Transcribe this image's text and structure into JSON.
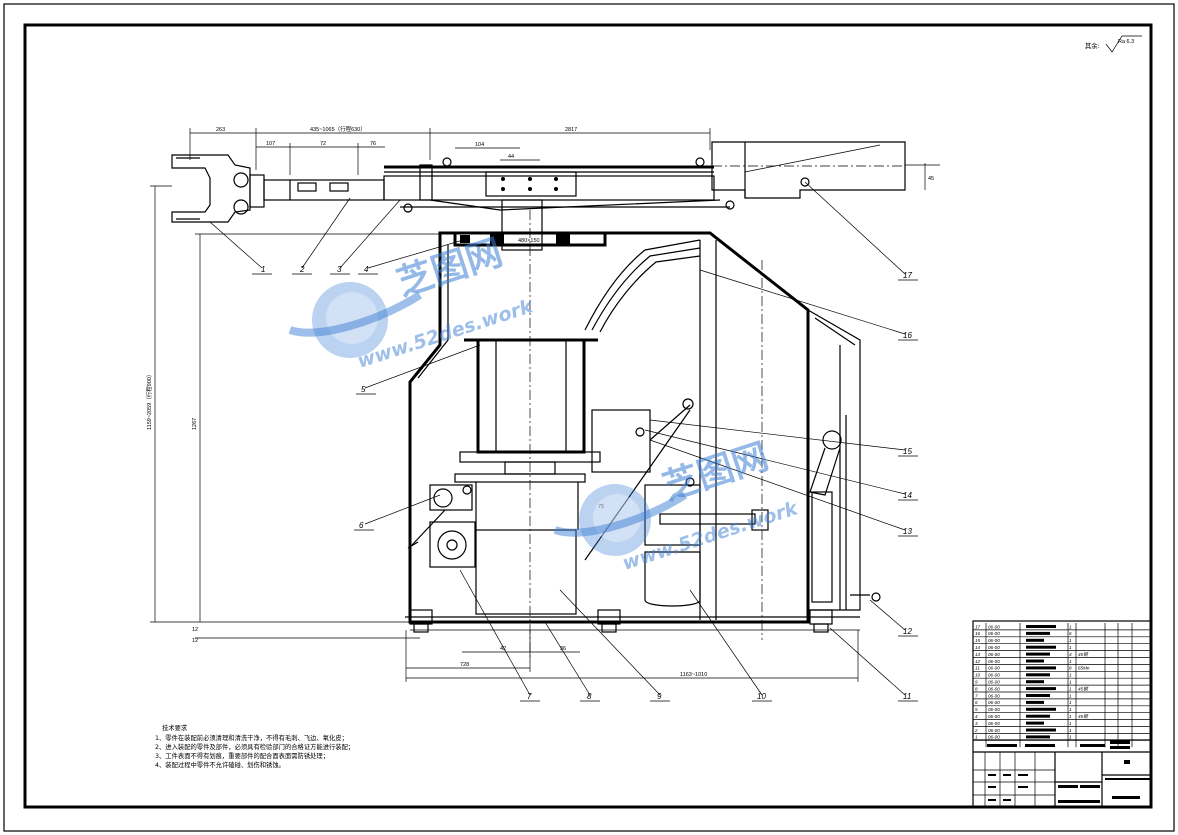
{
  "roughness_note": {
    "prefix": "其余:",
    "symbol": "Ra 6.3"
  },
  "dimensions": {
    "d_263": "263",
    "d_stroke": "435~1065（行程630）",
    "d_2817": "2817",
    "d_107": "107",
    "d_72": "72",
    "d_76": "76",
    "d_104": "104",
    "d_44": "44",
    "d_45": "45",
    "d_height_total": "1159~2059（行程900）",
    "d_height_body": "1267",
    "d_bottom_a": "12",
    "d_bottom_b": "12",
    "d_42": "42",
    "d_36": "36",
    "d_728": "728",
    "d_width": "1163~1010",
    "d_75": "75",
    "d_80xx": "480×150"
  },
  "part_labels": [
    "1",
    "2",
    "3",
    "4",
    "5",
    "6",
    "7",
    "8",
    "9",
    "10",
    "11",
    "12",
    "13",
    "14",
    "15",
    "16",
    "17"
  ],
  "watermark": {
    "cn": "芝图网",
    "en": "www.52des.work"
  },
  "tech_notes": {
    "title": "技术要求",
    "lines": [
      "1、零件在装配前必须清理和清洗干净，不得有毛刺、飞边、氧化皮；",
      "2、进入装配的零件及部件，必须具有检验部门的合格证方能进行装配；",
      "3、工件表面不得有划痕，重要部件的配合面表面需防锈处理；",
      "4、装配过程中零件不允许磕碰、划伤和锈蚀。"
    ]
  },
  "bom": {
    "rows": [
      {
        "no": "17",
        "code": "06-00",
        "qty": "1",
        "mat": ""
      },
      {
        "no": "16",
        "code": "06-00",
        "qty": "6",
        "mat": ""
      },
      {
        "no": "15",
        "code": "06-00",
        "qty": "1",
        "mat": ""
      },
      {
        "no": "14",
        "code": "06-00",
        "qty": "1",
        "mat": ""
      },
      {
        "no": "13",
        "code": "06-00",
        "qty": "4",
        "mat": "45钢"
      },
      {
        "no": "12",
        "code": "06-00",
        "qty": "1",
        "mat": ""
      },
      {
        "no": "11",
        "code": "06-00",
        "qty": "8",
        "mat": "65Mn"
      },
      {
        "no": "10",
        "code": "06-00",
        "qty": "1",
        "mat": ""
      },
      {
        "no": "9",
        "code": "06-00",
        "qty": "1",
        "mat": ""
      },
      {
        "no": "8",
        "code": "06-00",
        "qty": "1",
        "mat": "45钢"
      },
      {
        "no": "7",
        "code": "06-00",
        "qty": "1",
        "mat": ""
      },
      {
        "no": "6",
        "code": "06-00",
        "qty": "1",
        "mat": ""
      },
      {
        "no": "5",
        "code": "06-00",
        "qty": "1",
        "mat": ""
      },
      {
        "no": "4",
        "code": "06-00",
        "qty": "1",
        "mat": "45钢"
      },
      {
        "no": "3",
        "code": "06-00",
        "qty": "1",
        "mat": ""
      },
      {
        "no": "2",
        "code": "06-00",
        "qty": "1",
        "mat": ""
      },
      {
        "no": "1",
        "code": "06-00",
        "qty": "1",
        "mat": ""
      }
    ]
  }
}
